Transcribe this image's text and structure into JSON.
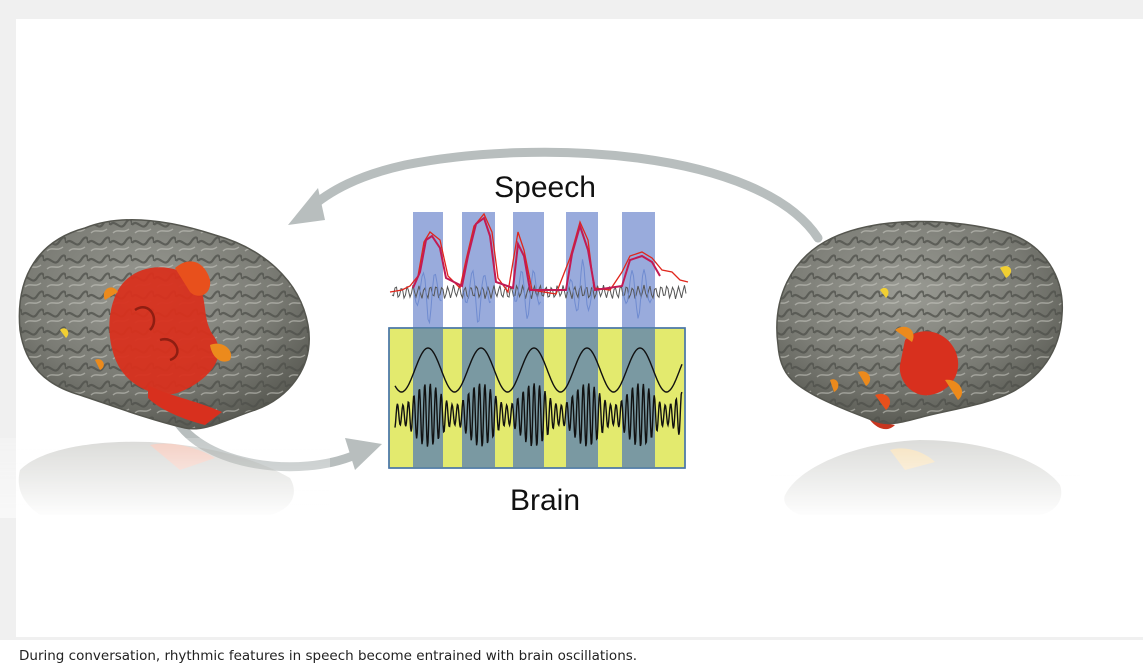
{
  "figure": {
    "top_label": "Speech",
    "bottom_label": "Brain"
  },
  "caption": "During conversation, rhythmic features in speech become entrained with brain oscillations.",
  "colors": {
    "cortex": "#7f8079",
    "activation_red": "#d8301e",
    "activation_orange": "#ec8a1c",
    "activation_yellow": "#f1cf32",
    "speech_band": "#8ea2d8",
    "brain_panel": "#e3ea6e",
    "brain_band": "#7a99a2",
    "envelope": "#c21a54",
    "waveform": "#6f8bd0",
    "arrow": "#b5bcbc"
  },
  "icons": [
    "left-brain-icon",
    "right-brain-icon",
    "curved-arrow-icon"
  ]
}
